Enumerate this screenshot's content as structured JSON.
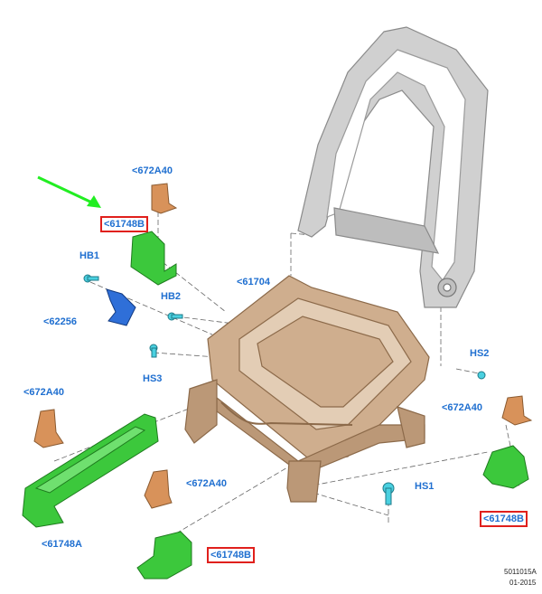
{
  "labels": {
    "bracket_672a40_top": "<672A40",
    "bracket_61748b_top": "<61748B",
    "hb1": "HB1",
    "hb2": "HB2",
    "part_62256": "<62256",
    "hs3": "HS3",
    "part_61704": "<61704",
    "hs2": "HS2",
    "bracket_672a40_left": "<672A40",
    "bracket_672a40_right": "<672A40",
    "bracket_672a40_bottom": "<672A40",
    "hs1": "HS1",
    "part_61748a": "<61748A",
    "bracket_61748b_bottom": "<61748B",
    "bracket_61748b_right": "<61748B"
  },
  "drawing_code": {
    "number": "5011015A",
    "date": "01-2015"
  },
  "colors": {
    "label_blue": "#1f6fd0",
    "highlight_red": "#e0201c",
    "pointer_green": "#22ee22",
    "frame_tan": "#c9a98a",
    "part_green": "#3cc83c",
    "bracket_orange": "#d8925a",
    "backframe_gray": "#c8c8c8",
    "fastener_cyan": "#4ad0e0"
  },
  "highlighted_parts": [
    "<61748B"
  ]
}
